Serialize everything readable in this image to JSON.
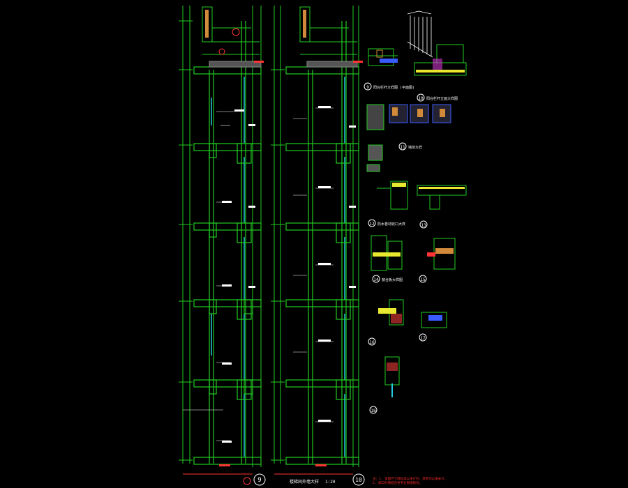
{
  "drawing": {
    "background": "#000000",
    "colors": {
      "wall": "#22cc22",
      "glass": "#22c8dc",
      "annotation": "#ffffff",
      "note": "#ff2a2a",
      "leader": "#ffffff",
      "axis": "#ff3333",
      "blue": "#3a5cff",
      "yellow": "#e8e830",
      "orange": "#d08a3a",
      "magenta": "#cc33cc"
    },
    "sections": [
      {
        "id": "9",
        "title": "楼梯间外墙大样",
        "scale": "1:20",
        "mark_label": "9"
      },
      {
        "id": "10",
        "title": "",
        "scale": "",
        "mark_label": "10"
      }
    ],
    "details": [
      {
        "id": "9",
        "title": "阳台栏杆大样图 (平面图)"
      },
      {
        "id": "10",
        "title": "阳台栏杆立面大样图"
      },
      {
        "id": "11",
        "title": "墙体大样"
      },
      {
        "id": "12",
        "title": "防水卷材收口大样"
      },
      {
        "id": "13",
        "title": ""
      },
      {
        "id": "14",
        "title": "窗台板大样图"
      },
      {
        "id": "15",
        "title": ""
      },
      {
        "id": "16",
        "title": ""
      },
      {
        "id": "17",
        "title": ""
      },
      {
        "id": "18",
        "title": ""
      }
    ],
    "notes": [
      "注：1. 本图尺寸除标高以米计外，其余均以毫米计。",
      "2. 施工时请结合各专业图纸核对。"
    ]
  }
}
